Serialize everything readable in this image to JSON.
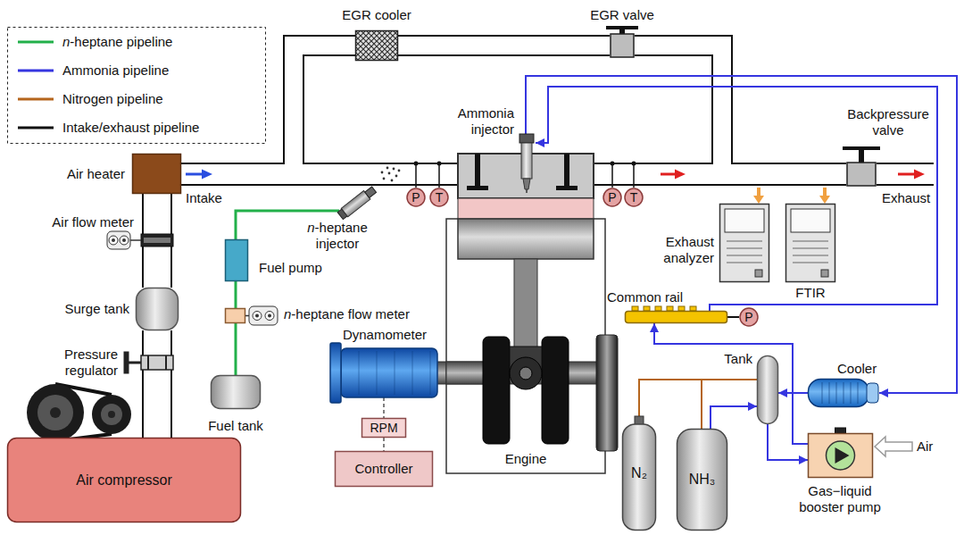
{
  "diagram": {
    "nodes": [
      {
        "text": [
          "EGR cooler"
        ]
      },
      {
        "text": [
          "EGR valve"
        ]
      },
      {
        "text": [
          "Ammonia injector"
        ]
      },
      {
        "text": [
          "Backpressure valve"
        ]
      },
      {
        "text": [
          "Air heater"
        ]
      },
      {
        "text": [
          "n-heptane injector"
        ]
      },
      {
        "text": [
          "Engine"
        ]
      },
      {
        "text": [
          "P"
        ]
      },
      {
        "text": [
          "T"
        ]
      },
      {
        "text": [
          "P"
        ]
      },
      {
        "text": [
          "T"
        ]
      },
      {
        "text": [
          "Air flow meter"
        ]
      },
      {
        "text": [
          "Fuel pump"
        ]
      },
      {
        "text": [
          "Exhaust analyzer"
        ]
      },
      {
        "text": [
          "FTIR"
        ]
      },
      {
        "text": [
          "Common rail"
        ]
      },
      {
        "text": [
          "P"
        ]
      },
      {
        "text": [
          "Surge tank"
        ]
      },
      {
        "text": [
          "n-heptane flow meter"
        ]
      },
      {
        "text": [
          "Dynamometer"
        ]
      },
      {
        "text": [
          "Tank"
        ]
      },
      {
        "text": [
          "Cooler"
        ]
      },
      {
        "text": [
          "Pressure regulator"
        ]
      },
      {
        "text": [
          "Fuel tank"
        ]
      },
      {
        "text": [
          "RPM"
        ]
      },
      {
        "text": [
          "Controller"
        ]
      },
      {
        "text": [
          "N₂"
        ]
      },
      {
        "text": [
          "NH₃"
        ]
      },
      {
        "text": [
          "Air compressor"
        ]
      },
      {
        "text": [
          "Gas−liquid booster pump"
        ]
      }
    ],
    "edges": [
      {
        "from": 28,
        "to": 22,
        "arrow": "none"
      },
      {
        "from": 22,
        "to": 17,
        "arrow": "none"
      },
      {
        "from": 17,
        "to": 11,
        "arrow": "none"
      },
      {
        "from": 11,
        "to": 4,
        "arrow": "none"
      },
      {
        "from": 4,
        "to": 6,
        "arrow": "none"
      },
      {
        "from": 6,
        "to": 3,
        "arrow": "none"
      },
      {
        "from": 1,
        "to": 0,
        "arrow": "none"
      },
      {
        "from": 23,
        "to": 18,
        "arrow": "none"
      },
      {
        "from": 18,
        "to": 12,
        "arrow": "none"
      },
      {
        "from": 12,
        "to": 5,
        "arrow": "none"
      },
      {
        "from": 19,
        "to": 24,
        "arrow": "none"
      },
      {
        "from": 24,
        "to": 25,
        "arrow": "none"
      },
      {
        "from": 15,
        "to": 2,
        "arrow": "to"
      },
      {
        "from": 2,
        "to": 21,
        "arrow": "to"
      },
      {
        "from": 21,
        "to": 20,
        "arrow": "to"
      },
      {
        "from": 27,
        "to": 20,
        "arrow": "to"
      },
      {
        "from": 26,
        "to": 20,
        "arrow": "none"
      },
      {
        "from": 26,
        "to": 27,
        "arrow": "none"
      },
      {
        "from": 20,
        "to": 29,
        "arrow": "to"
      },
      {
        "from": 29,
        "to": 15,
        "arrow": "to"
      },
      {
        "from": 15,
        "to": 16,
        "arrow": "none"
      }
    ],
    "labels": [
      "Intake",
      "Exhaust",
      "Air"
    ],
    "legend": [
      {
        "text": "n-heptane pipeline"
      },
      {
        "text": "Ammonia pipeline"
      },
      {
        "text": "Nitrogen pipeline"
      },
      {
        "text": "Intake/exhaust pipeline"
      }
    ]
  }
}
